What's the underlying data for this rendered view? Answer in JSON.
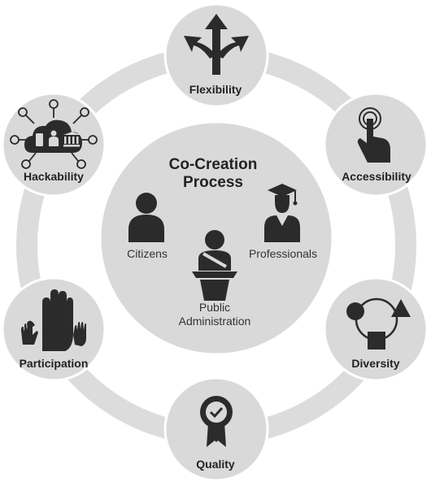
{
  "center": {
    "title_line1": "Co-Creation",
    "title_line2": "Process",
    "actors": {
      "citizens": "Citizens",
      "professionals": "Professionals",
      "public_line1": "Public",
      "public_line2": "Administration"
    }
  },
  "nodes": {
    "flexibility": "Flexibility",
    "accessibility": "Accessibility",
    "diversity": "Diversity",
    "quality": "Quality",
    "participation": "Participation",
    "hackability": "Hackability"
  },
  "colors": {
    "ring": "#dddddd",
    "circle_fill": "#d9d9d9",
    "circle_stroke": "#ffffff",
    "icon": "#2b2b2b",
    "text": "#222222"
  }
}
